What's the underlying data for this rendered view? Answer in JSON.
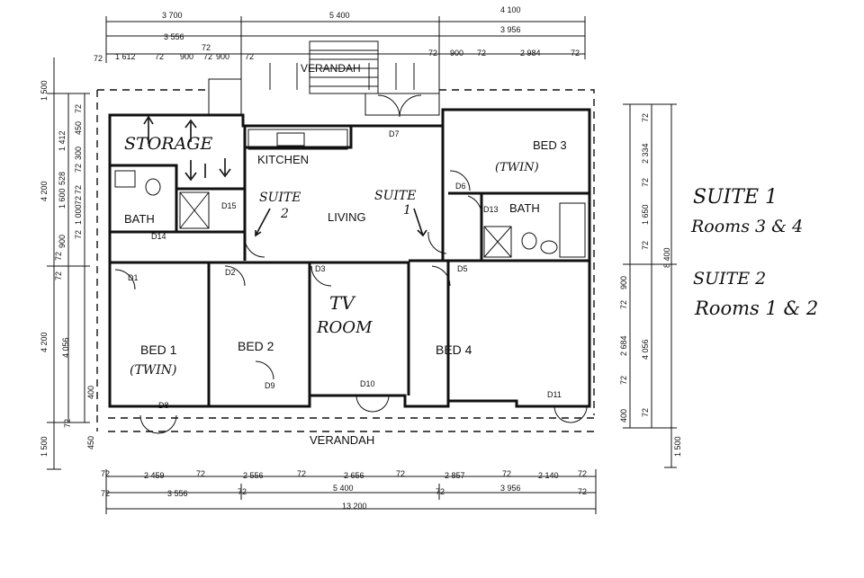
{
  "rooms": {
    "storage": "STORAGE",
    "kitchen": "KITCHEN",
    "bed3": "BED 3",
    "bed3_note": "(TWIN)",
    "bath_left": "BATH",
    "bath_right": "BATH",
    "suite2_line1": "SUITE",
    "suite2_line2": "2",
    "living": "LIVING",
    "suite1_line1": "SUITE",
    "suite1_line2": "1",
    "tv_line1": "TV",
    "tv_line2": "ROOM",
    "bed1": "BED 1",
    "bed1_note": "(TWIN)",
    "bed2": "BED 2",
    "bed4": "BED 4",
    "verandah_top": "VERANDAH",
    "verandah_bottom": "VERANDAH"
  },
  "doors": {
    "d1": "D1",
    "d2": "D2",
    "d3": "D3",
    "d5": "D5",
    "d6": "D6",
    "d7": "D7",
    "d8": "D8",
    "d9": "D9",
    "d10": "D10",
    "d11": "D11",
    "d13": "D13",
    "d14": "D14",
    "d15": "D15"
  },
  "dims": {
    "top1_a": "3 700",
    "top1_b": "5 400",
    "top1_c": "4 100",
    "top2_a": "3 556",
    "top2_b": "3 956",
    "top3": [
      "72",
      "1 612",
      "72",
      "900",
      "72",
      "900",
      "72",
      "72",
      "900",
      "72",
      "2 984",
      "72"
    ],
    "top3_72mid": "72",
    "bot1": [
      "72",
      "2 459",
      "72",
      "2 556",
      "72",
      "2 656",
      "72",
      "2 857",
      "72",
      "2 140",
      "72"
    ],
    "bot2": [
      "72",
      "3 556",
      "72",
      "5 400",
      "72",
      "3 956",
      "72"
    ],
    "bot3": "13 200",
    "left_outer": [
      "1 500",
      "4 200",
      "4 200",
      "1 500"
    ],
    "left_mid": [
      "1 412",
      "528",
      "1 600",
      "900",
      "4 056"
    ],
    "left_inner": [
      "72",
      "450",
      "300",
      "72",
      "72",
      "72",
      "1 000",
      "72",
      "72",
      "72",
      "400",
      "72",
      "450"
    ],
    "right_inner": [
      "72",
      "2 334",
      "72",
      "1 650",
      "72",
      "900",
      "72",
      "2 684",
      "72",
      "4 056",
      "72",
      "400"
    ],
    "right_outer": [
      "8 400",
      "1 500"
    ]
  },
  "notes": {
    "n1": "SUITE 1",
    "n2": "Rooms 3 & 4",
    "n3": "SUITE 2",
    "n4": "Rooms 1 & 2"
  }
}
